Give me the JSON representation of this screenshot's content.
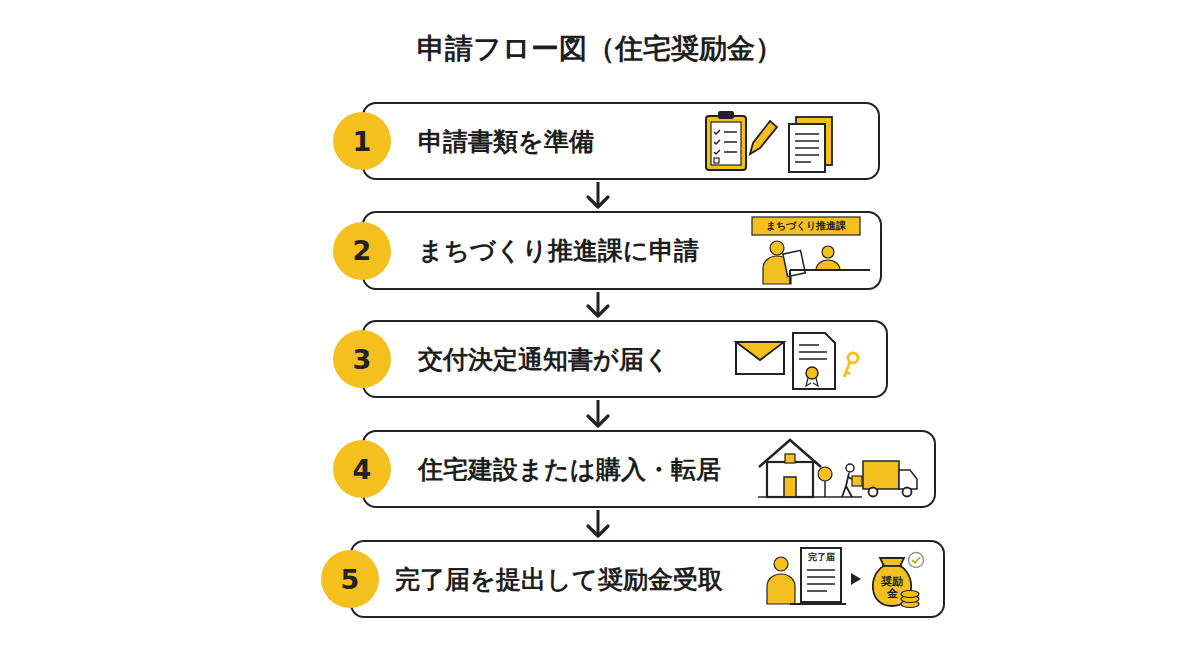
{
  "diagram": {
    "title": "申請フロー図（住宅奨励金）",
    "nodes": [
      {
        "text": [
          "申請書類を準備"
        ]
      },
      {
        "text": [
          "1"
        ],
        "in": 0
      },
      {
        "text": [
          "まちづくり推進課に申請"
        ]
      },
      {
        "text": [
          "2"
        ],
        "in": 2
      },
      {
        "text": [
          "交付決定通知書が届く"
        ]
      },
      {
        "text": [
          "3"
        ],
        "in": 4
      },
      {
        "text": [
          "住宅建設または購入・転居"
        ]
      },
      {
        "text": [
          "4"
        ],
        "in": 6
      },
      {
        "text": [
          "完了届を提出して奨励金受取"
        ]
      },
      {
        "text": [
          "5"
        ],
        "in": 8
      }
    ],
    "edges": [
      {
        "from": 0,
        "to": 2,
        "arrow": "to"
      },
      {
        "from": 2,
        "to": 4,
        "arrow": "to"
      },
      {
        "from": 4,
        "to": 6,
        "arrow": "to"
      },
      {
        "from": 6,
        "to": 8,
        "arrow": "to"
      }
    ],
    "labels": [
      "まちづくり推進課",
      "完了届",
      "奨励金"
    ]
  }
}
